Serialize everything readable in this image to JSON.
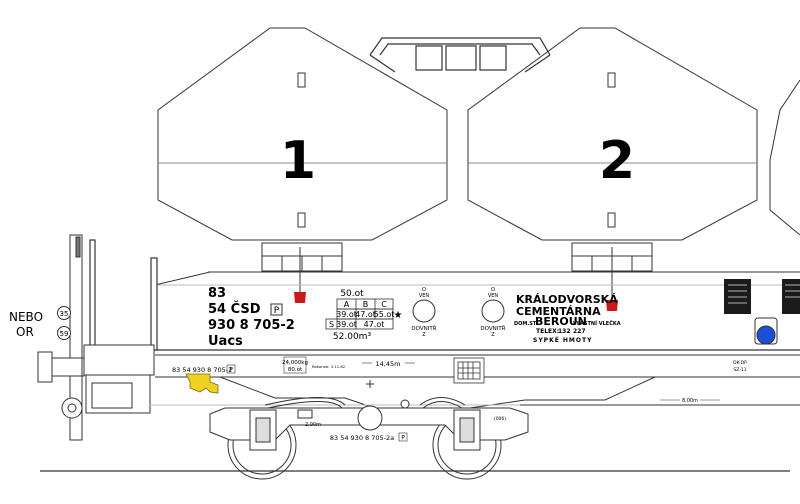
{
  "side_labels": {
    "nebo": "NEBO",
    "or": "OR",
    "circle_top": "35",
    "circle_bottom": "59"
  },
  "hoppers": [
    {
      "number": "1"
    },
    {
      "number": "2"
    }
  ],
  "wagon": {
    "line1": "83",
    "line2": "54 ČSD",
    "line3": "930 8 705-2",
    "line4": "Uacs",
    "p_mark": "P"
  },
  "load_table": {
    "top_label": "50.ot",
    "headers": [
      "A",
      "B",
      "C"
    ],
    "row1": [
      "39.ot",
      "47.ot",
      "55.ot"
    ],
    "row2_label": "S",
    "row2": [
      "39.ot",
      "47.ot"
    ],
    "star": "★",
    "capacity": "52.00m³"
  },
  "valves": [
    {
      "top_text": "O",
      "label": "VEN",
      "bottom": "DOVNITŘ",
      "z": "Z"
    },
    {
      "top_text": "O",
      "label": "VEN",
      "bottom": "DOVNITŘ",
      "z": "Z"
    }
  ],
  "owner": {
    "line1": "KRÁLODVORSKÁ",
    "line2": "CEMENTÁRNA",
    "domst": "DOM.ST.",
    "line3": "BEROUN",
    "own_wagon": "VLASTNÍ VLEČKA",
    "telex_label": "TELEX:",
    "telex1": "132",
    "telex2": "227",
    "cargo": "SYPKÉ HMOTY"
  },
  "frame": {
    "number_left": "83 54 930 8 705-2",
    "weight_top": "24,000kg",
    "weight_bottom": "80.ot",
    "revision": "Rekonstr. 3.11.82",
    "length": "14,45m",
    "right_top": "DK-DP",
    "right_bottom": "SZ-11",
    "dim_right": "8,00m",
    "dim_left": "2,00m",
    "number_bottom": "83 54 930 8 705-2a",
    "small_code": "(006)"
  },
  "colors": {
    "red": "#cc1a1a",
    "blue": "#1a4fd6",
    "yellow": "#f0d020",
    "grey": "#9a9a9a"
  }
}
